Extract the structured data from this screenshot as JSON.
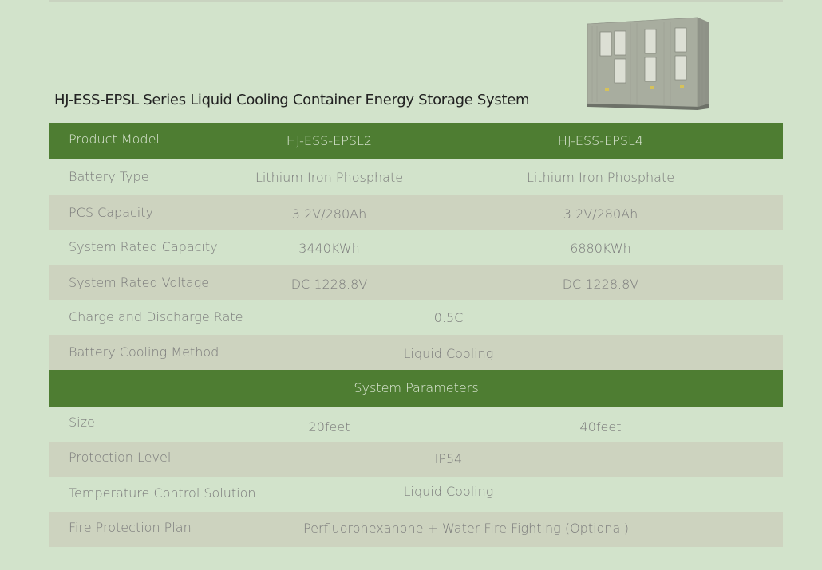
{
  "title": "HJ-ESS-EPSL Series Liquid Cooling Container Energy Storage System",
  "header": {
    "label": "Product Model",
    "model_a": "HJ-ESS-EPSL2",
    "model_b": "HJ-ESS-EPSL4"
  },
  "rows": [
    {
      "label": "Battery Type",
      "a": "Lithium Iron Phosphate",
      "b": "Lithium Iron Phosphate"
    },
    {
      "label": "PCS Capacity",
      "a": "3.2V/280Ah",
      "b": "3.2V/280Ah"
    },
    {
      "label": "System Rated Capacity",
      "a": "3440KWh",
      "b": "6880KWh"
    },
    {
      "label": "System Rated Voltage",
      "a": "DC 1228.8V",
      "b": "DC 1228.8V"
    },
    {
      "label": "Charge and Discharge Rate",
      "value": "0.5C"
    },
    {
      "label": "Battery Cooling Method",
      "value": "Liquid Cooling"
    }
  ],
  "section": "System Parameters",
  "params": [
    {
      "label": "Size",
      "a": "20feet",
      "b": "40feet"
    },
    {
      "label": "Protection Level",
      "value": "IP54"
    },
    {
      "label": "Temperature Control Solution",
      "value": "Liquid Cooling"
    },
    {
      "label": "Fire Protection Plan",
      "value": "Perfluorohexanone + Water Fire Fighting (Optional)"
    }
  ],
  "colors": {
    "background": "#d2e3cb",
    "header_green": "#4e7d32",
    "row_alt": "#cdd3bf"
  }
}
